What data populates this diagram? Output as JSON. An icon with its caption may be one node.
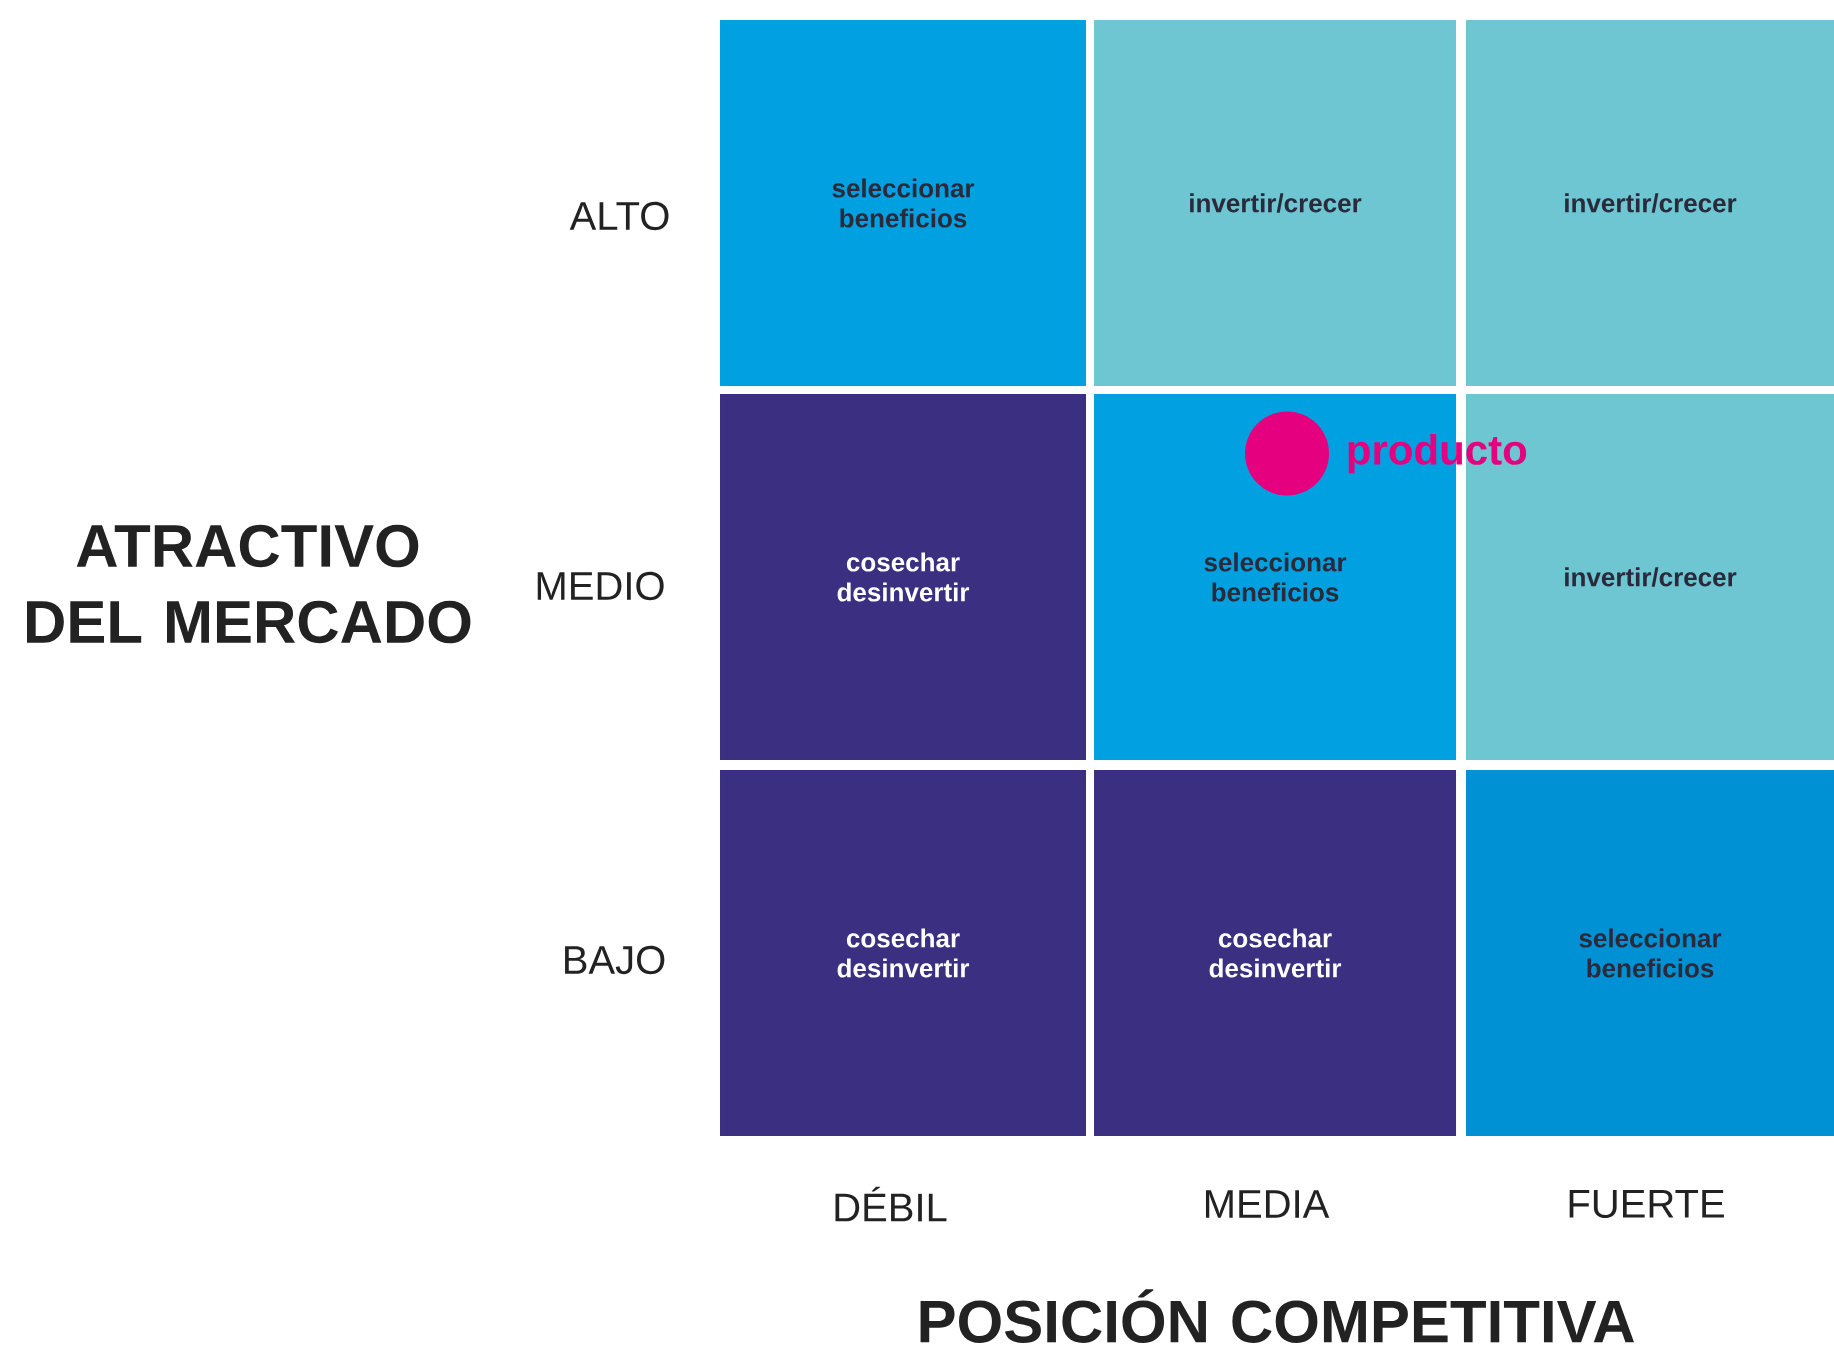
{
  "diagram": {
    "nodes": [
      {
        "text": [
          "seleccionar beneficios"
        ]
      },
      {
        "text": [
          "invertir/crecer"
        ]
      },
      {
        "text": [
          "invertir/crecer"
        ]
      },
      {
        "text": [
          "cosechar desinvertir"
        ]
      },
      {
        "text": [
          "seleccionar beneficios"
        ]
      },
      {
        "text": [
          "invertir/crecer"
        ]
      },
      {
        "text": [
          "cosechar desinvertir"
        ]
      },
      {
        "text": [
          "cosechar desinvertir"
        ]
      },
      {
        "text": [
          "seleccionar beneficios"
        ]
      },
      {
        "text": [],
        "shape": "circle",
        "beside": [
          "producto"
        ],
        "in": 4
      }
    ],
    "labels": [
      "ATRACTIVO DEL MERCADO",
      "ALTO",
      "MEDIO",
      "BAJO",
      "DÉBIL",
      "MEDIA",
      "FUERTE",
      "POSICIÓN COMPETITIVA"
    ]
  }
}
